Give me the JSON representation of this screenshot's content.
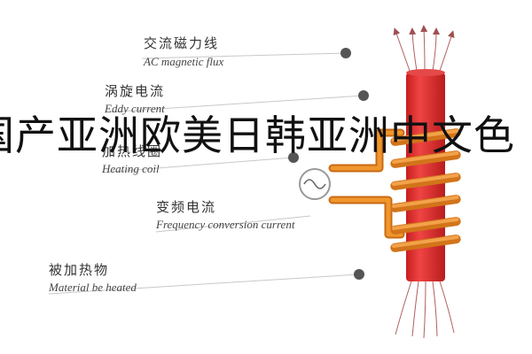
{
  "labels": {
    "ac_flux": {
      "zh": "交流磁力线",
      "en": "AC magnetic flux"
    },
    "eddy_current": {
      "zh": "涡旋电流",
      "en": "Eddy current"
    },
    "heating_coil": {
      "zh": "加热线圈",
      "en": "Heating coil"
    },
    "freq_current": {
      "zh": "变频电流",
      "en": "Frequency conversion current"
    },
    "material": {
      "zh": "被加热物",
      "en": "Material be heated"
    }
  },
  "watermark": "国产亚洲欧美日韩亚洲中文色",
  "colors": {
    "rod": "#dc2626",
    "rod_dark": "#b91c1c",
    "coil": "#e07b1c",
    "coil_dark": "#b85a10",
    "arrow": "#b06060",
    "leader": "#bbbbbb",
    "dot": "#555555"
  }
}
